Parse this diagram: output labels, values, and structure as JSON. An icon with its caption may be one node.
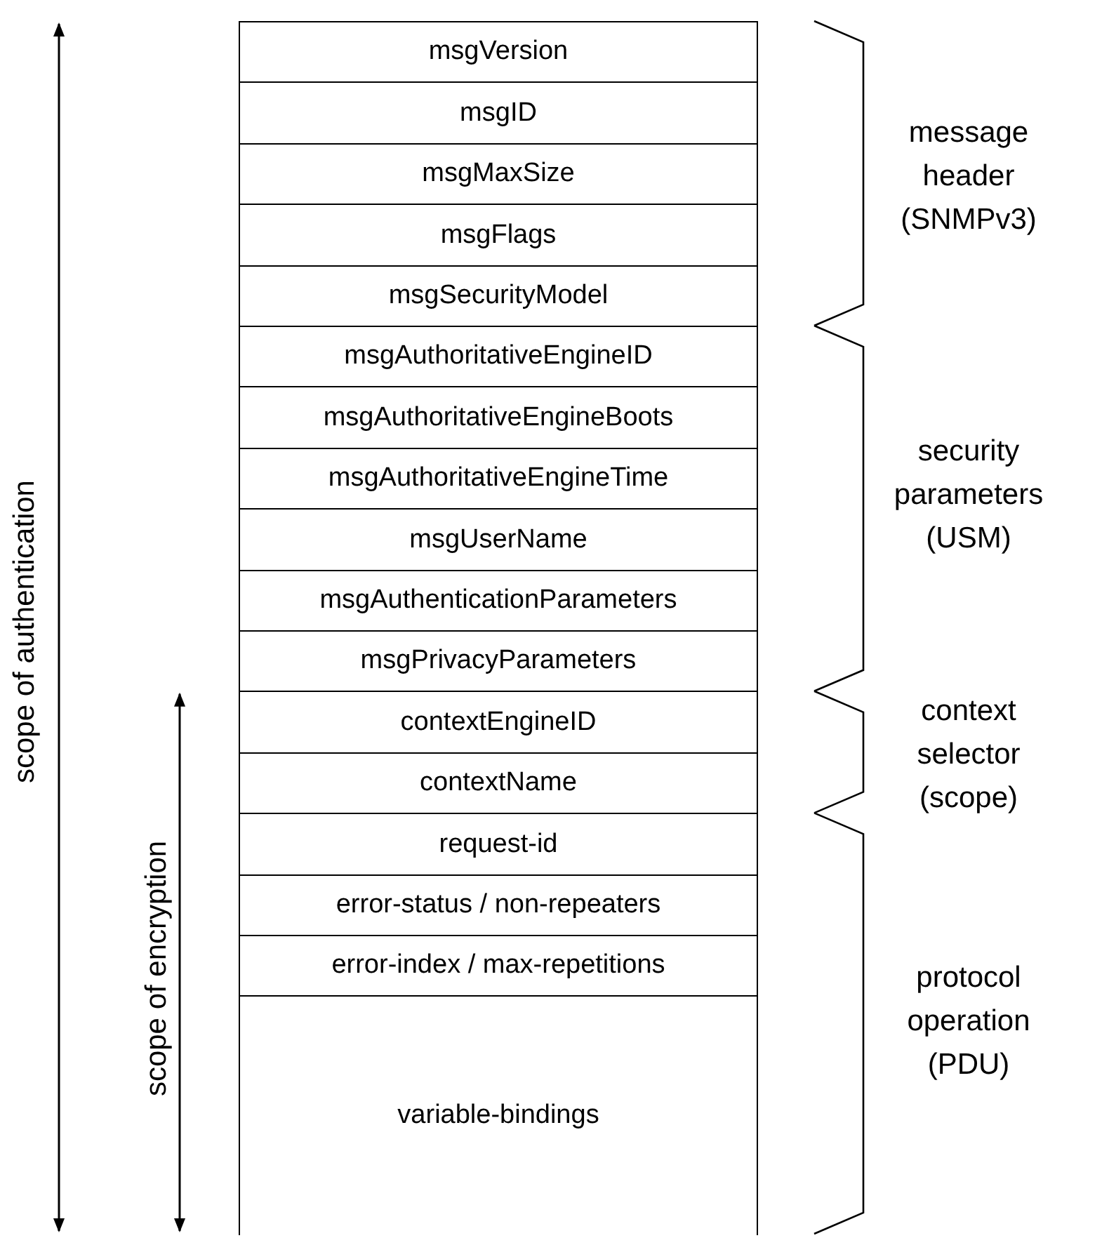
{
  "diagram": {
    "nodes": [
      {
        "text": [
          "msgVersion"
        ]
      },
      {
        "text": [
          "msgID"
        ]
      },
      {
        "text": [
          "msgMaxSize"
        ]
      },
      {
        "text": [
          "msgFlags"
        ]
      },
      {
        "text": [
          "msgSecurityModel"
        ]
      },
      {
        "text": [
          "msgAuthoritativeEngineID"
        ]
      },
      {
        "text": [
          "msgAuthoritativeEngineBoots"
        ]
      },
      {
        "text": [
          "msgAuthoritativeEngineTime"
        ]
      },
      {
        "text": [
          "msgUserName"
        ]
      },
      {
        "text": [
          "msgAuthenticationParameters"
        ]
      },
      {
        "text": [
          "msgPrivacyParameters"
        ]
      },
      {
        "text": [
          "contextEngineID"
        ]
      },
      {
        "text": [
          "contextName"
        ]
      },
      {
        "text": [
          "request-id"
        ]
      },
      {
        "text": [
          "error-status / non-repeaters"
        ]
      },
      {
        "text": [
          "error-index / max-repetitions"
        ]
      },
      {
        "text": [
          "variable-bindings"
        ]
      }
    ],
    "edges": [],
    "labels": [
      "scope of authentication",
      "message header (SNMPv3)",
      "security parameters (USM)",
      "scope of encryption",
      "context selector (scope)",
      "protocol operation (PDU)"
    ]
  }
}
